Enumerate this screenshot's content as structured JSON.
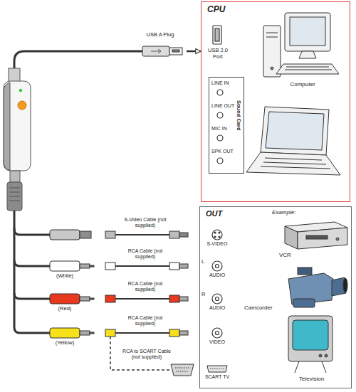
{
  "diagram": {
    "nodes": [
      {
        "text": [
          "USB A Plug"
        ]
      },
      {
        "text": [
          "CPU"
        ]
      },
      {
        "text": [
          "LINE IN",
          "LINE OUT",
          "MIC IN",
          "SPK OUT",
          "Sound Card"
        ],
        "in": 1
      },
      {
        "text": [
          "OUT"
        ]
      }
    ],
    "edges": [
      {
        "from": 0,
        "to": 1,
        "arrow": "to"
      }
    ],
    "labels": [
      "USB 2.0 Port",
      "Computer",
      "S-Video Cable (not supplied)",
      "(White)",
      "RCA Cable (not supplied)",
      "(Red)",
      "RCA Cable (not supplied)",
      "(Yellow)",
      "RCA Cable (not supplied)",
      "RCA to SCART Cable (not supplied)",
      "S-VIDEO",
      "L",
      "AUDIO",
      "R",
      "AUDIO",
      "VIDEO",
      "SCART TV",
      "Example:",
      "VCR",
      "Camcorder",
      "Television"
    ]
  }
}
